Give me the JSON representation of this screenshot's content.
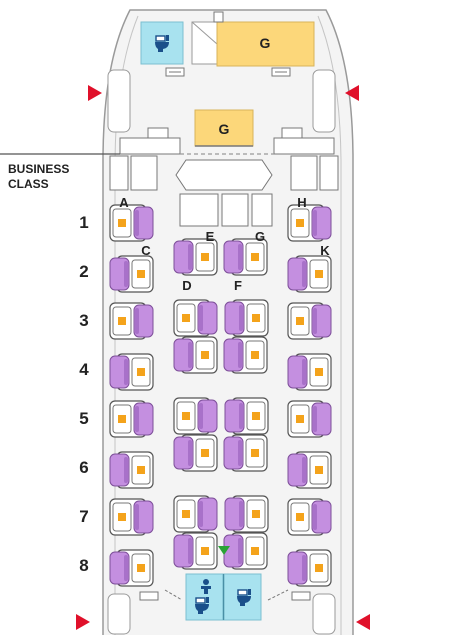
{
  "cabin": {
    "label_line1": "BUSINESS",
    "label_line2": "CLASS"
  },
  "galleys": [
    {
      "label": "G"
    },
    {
      "label": "G"
    }
  ],
  "rows": [
    "1",
    "2",
    "3",
    "4",
    "5",
    "6",
    "7",
    "8"
  ],
  "column_letters": {
    "A": "A",
    "C": "C",
    "D": "D",
    "E": "E",
    "F": "F",
    "G": "G",
    "H": "H",
    "K": "K"
  },
  "colors": {
    "seat_purple": "#c48fe0",
    "seat_purple_dark": "#a871c9",
    "seat_marker": "#f4a31b",
    "galley": "#fcd77a",
    "lavatory": "#a8e2ef",
    "fuselage_fill": "#f4f4f4",
    "fuselage_line": "#9a9a9a",
    "exit_marker": "#e0102a",
    "special_marker": "#2aa336"
  },
  "icons": {
    "lavatory": "toilet-icon",
    "baby_change": "baby-changing-icon",
    "exit": "exit-triangle-icon",
    "special": "down-triangle-icon"
  }
}
